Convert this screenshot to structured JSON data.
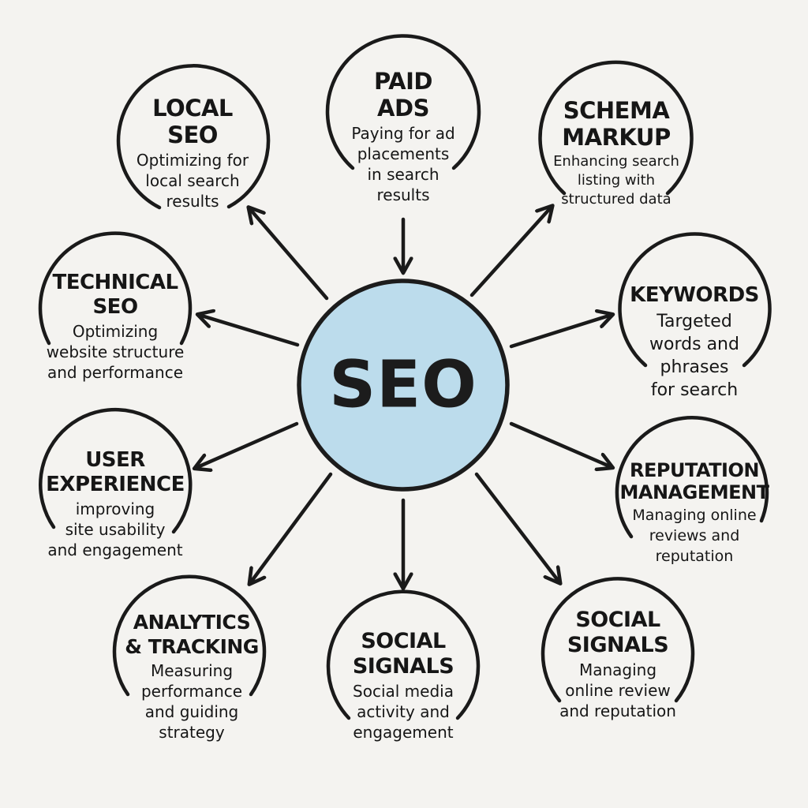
{
  "colors": {
    "background": "#f4f3f0",
    "hub_fill": "#bcdcec",
    "stroke": "#1a1a1a"
  },
  "hub": {
    "label": "SEO"
  },
  "nodes": [
    {
      "id": "local-seo",
      "title": "LOCAL\nSEO",
      "description": "Optimizing for\nlocal search\nresults"
    },
    {
      "id": "paid-ads",
      "title": "PAID\nADS",
      "description": "Paying for ad\nplacements\nin search\nresults"
    },
    {
      "id": "schema-markup",
      "title": "SCHEMA\nMARKUP",
      "description": "Enhancing search\nlisting with\nstructured data"
    },
    {
      "id": "technical-seo",
      "title": "TECHNICAL\nSEO",
      "description": "Optimizing\nwebsite structure\nand performance"
    },
    {
      "id": "keywords",
      "title": "KEYWORDS",
      "description": "Targeted\nwords and\nphrases\nfor search"
    },
    {
      "id": "user-experience",
      "title": "USER\nEXPERIENCE",
      "description": "improving\nsite usability\nand engagement"
    },
    {
      "id": "reputation-management",
      "title": "REPUTATION\nMANAGEMENT",
      "description": "Managing online\nreviews and\nreputation"
    },
    {
      "id": "analytics-tracking",
      "title": "ANALYTICS\n& TRACKING",
      "description": "Measuring\nperformance\nand guiding\nstrategy"
    },
    {
      "id": "social-signals-center",
      "title": "SOCIAL\nSIGNALS",
      "description": "Social media\nactivity and\nengagement"
    },
    {
      "id": "social-signals-right",
      "title": "SOCIAL\nSIGNALS",
      "description": "Managing\nonline review\nand reputation"
    }
  ]
}
